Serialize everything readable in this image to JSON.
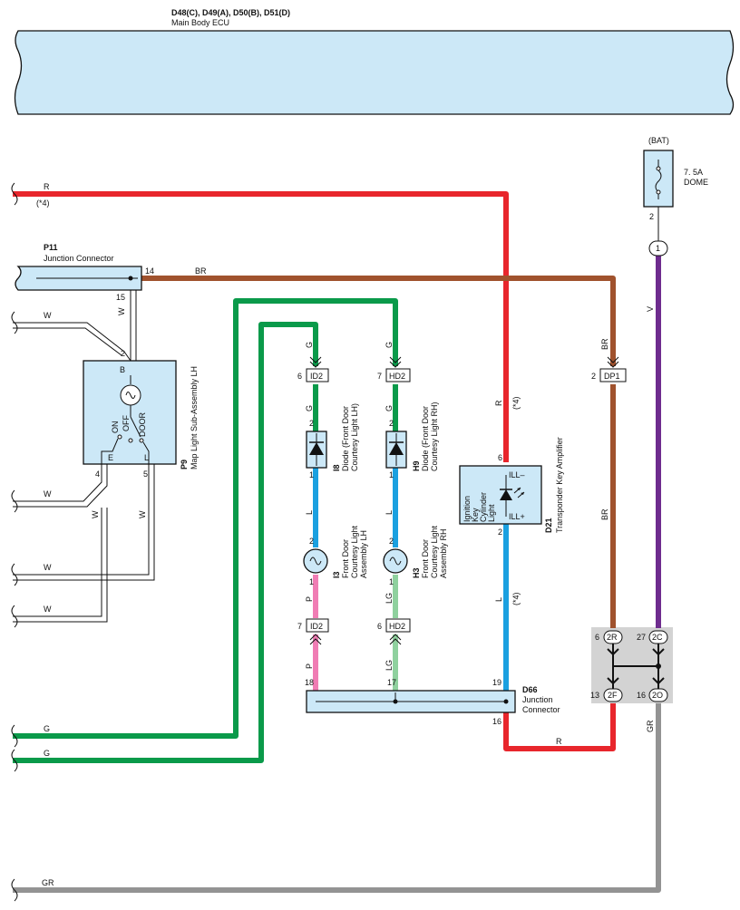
{
  "ecu": {
    "title": "D48(C), D49(A), D50(B), D51(D)",
    "subtitle": "Main Body ECU"
  },
  "fuse": {
    "source": "(BAT)",
    "rating": "7. 5A",
    "name": "DOME",
    "pin": "2",
    "connector_pin": "1"
  },
  "p11": {
    "code": "P11",
    "name": "Junction Connector",
    "pin_br": "14",
    "pin_w": "15"
  },
  "p9": {
    "code": "P9",
    "name": "Map Light Sub-Assembly LH",
    "pin_b_num": "2",
    "pin_b": "B",
    "pin_e": "E",
    "pin_l": "L",
    "pin_e_num": "4",
    "pin_l_num": "5",
    "sw_on": "ON",
    "sw_off": "OFF",
    "sw_door": "DOOR"
  },
  "id2": {
    "label": "ID2",
    "pin_top": "6",
    "pin_bottom": "7"
  },
  "hd2": {
    "label": "HD2",
    "pin_top": "7",
    "pin_bottom": "6"
  },
  "dp1": {
    "label": "DP1",
    "pin": "2"
  },
  "i8": {
    "code": "I8",
    "line1": "Diode (Front Door",
    "line2": "Courtesy Light LH)",
    "pin_top": "2",
    "pin_bottom": "1"
  },
  "h9": {
    "code": "H9",
    "line1": "Diode (Front Door",
    "line2": "Courtesy Light RH)",
    "pin_top": "2",
    "pin_bottom": "1"
  },
  "i3": {
    "code": "I3",
    "line1": "Front Door",
    "line2": "Courtesy Light",
    "line3": "Assembly LH",
    "pin_top": "2",
    "pin_bottom": "1"
  },
  "h3": {
    "code": "H3",
    "line1": "Front Door",
    "line2": "Courtesy Light",
    "line3": "Assembly RH",
    "pin_top": "2",
    "pin_bottom": "1"
  },
  "d21": {
    "code": "D21",
    "name": "Transponder Key Amplifier",
    "inner1": "Ignition",
    "inner2": "Key",
    "inner3": "Cylinder",
    "inner4": "Light",
    "ill_minus": "ILL–",
    "ill_plus": "ILL+",
    "pin_top": "6",
    "pin_bottom": "2"
  },
  "d66": {
    "code": "D66",
    "line1": "Junction",
    "line2": "Connector",
    "pin_a": "18",
    "pin_b": "17",
    "pin_c": "19",
    "pin_d": "16"
  },
  "jb": {
    "c2r": "2R",
    "c2c": "2C",
    "c2f": "2F",
    "c2o": "2O",
    "p2r": "6",
    "p2c": "27",
    "p2f": "13",
    "p2o": "16"
  },
  "wires": {
    "r": "R",
    "r_note": "(*4)",
    "br": "BR",
    "w": "W",
    "g": "G",
    "l": "L",
    "p": "P",
    "lg": "LG",
    "v": "V",
    "gr": "GR"
  },
  "colors": {
    "red": "#e8262c",
    "brown": "#a0522d",
    "green": "#0a9a4a",
    "blue": "#1aa0e0",
    "pink": "#f07cb4",
    "light_green": "#8fd19e",
    "purple": "#6e2c8e",
    "gray": "#939393",
    "component_fill": "#cce8f7",
    "junction_fill": "#d3d3d3"
  }
}
